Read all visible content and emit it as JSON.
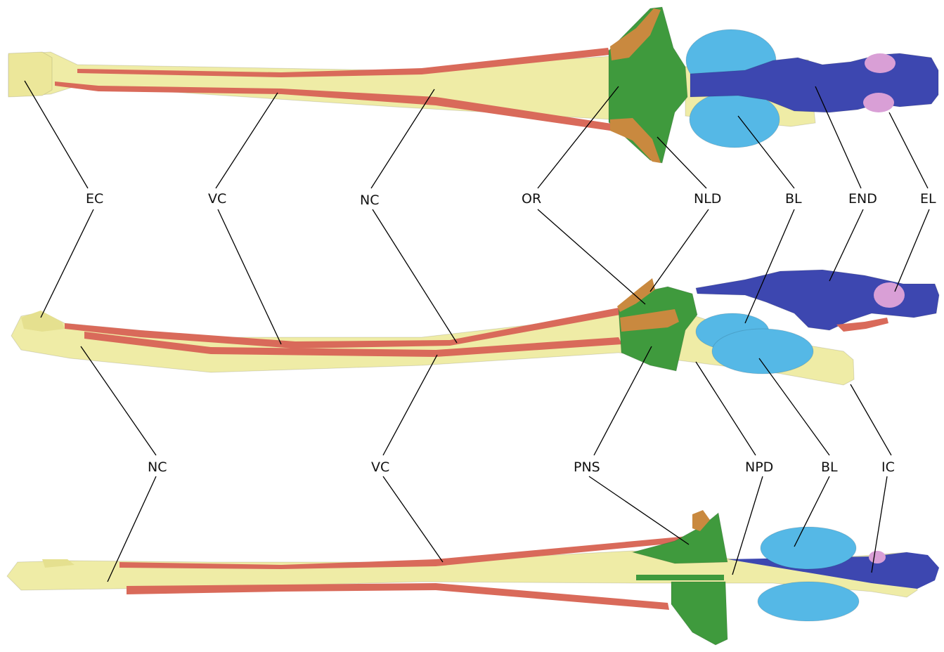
{
  "figure": {
    "top_view": {
      "labels": {
        "ec": "EC",
        "vc": "VC",
        "nc": "NC",
        "or": "OR",
        "nld": "NLD",
        "bl": "BL",
        "end": "END",
        "el": "EL"
      }
    },
    "bottom_view": {
      "labels": {
        "nc": "NC",
        "vc": "VC",
        "pns": "PNS",
        "npd": "NPD",
        "bl": "BL",
        "ic": "IC"
      }
    },
    "structure_colors": {
      "cartilage": "#efeca6",
      "vessels": "#d96a5a",
      "green_structure": "#3f9a3d",
      "orange_structure": "#c9893f",
      "brain_lobes": "#55b8e6",
      "endocast": "#3d47b0",
      "ear": "#d99fd6"
    }
  }
}
